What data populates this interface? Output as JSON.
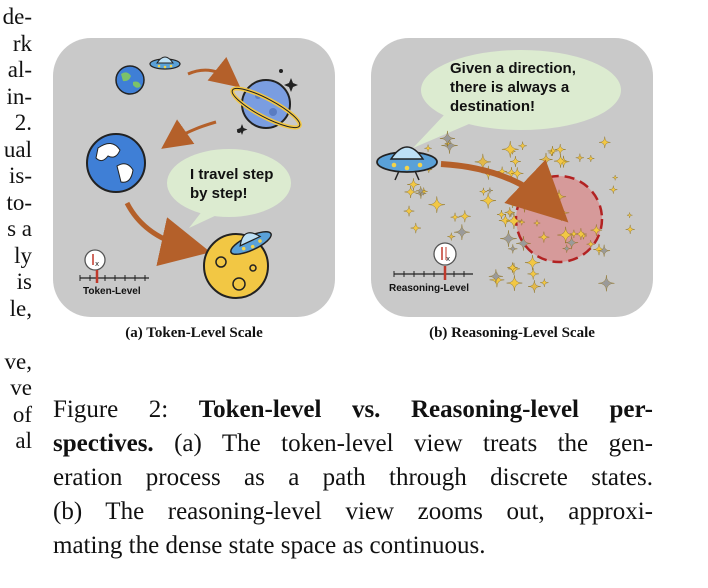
{
  "left_margin_text": [
    "de-",
    "rk",
    "al-",
    "in-",
    "2.",
    "ual",
    "is-",
    "to-",
    "s a",
    "ly",
    "is",
    "le,",
    "",
    "ve,",
    "ve",
    "of",
    "al"
  ],
  "panel_a": {
    "bubble_text": [
      "I travel step",
      "by step!"
    ],
    "scale_label": "Token-Level"
  },
  "panel_b": {
    "bubble_text": [
      "Given a direction,",
      "there is always a",
      "destination!"
    ],
    "scale_label": "Reasoning-Level"
  },
  "subcaptions": {
    "a": "(a) Token-Level Scale",
    "b": "(b) Reasoning-Level Scale"
  },
  "caption": {
    "label": "Figure 2:",
    "bold_1": "Token-level vs. Reasoning-level per-",
    "bold_2": "spectives.",
    "line2_rest": "(a) The token-level view treats the gen-",
    "line3": "eration process as a path through discrete states.",
    "line4": "(b) The reasoning-level view zooms out, approxi-",
    "line5": "mating the dense state space as continuous."
  },
  "colors": {
    "panel_bg": "#c9c9c9",
    "bubble": "#dcebd0",
    "arrow": "#b4602a",
    "destination_fill": "#d98a8a",
    "destination_stroke": "#b22222",
    "star_gold": "#f2c744",
    "marker_red": "#c0392b"
  },
  "icons": [
    "ufo-icon",
    "earth-icon",
    "planet-icon",
    "moon-icon",
    "sparkle-icon",
    "scale-icon"
  ]
}
